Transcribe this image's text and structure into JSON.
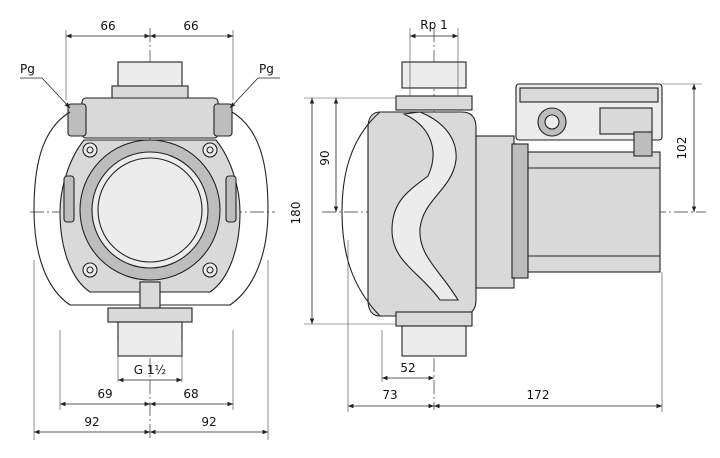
{
  "front_view": {
    "top_left_width": "66",
    "top_right_width": "66",
    "left_connector_label": "Pg",
    "right_connector_label": "Pg",
    "thread_label": "G 1½",
    "bottom_left_inner": "69",
    "bottom_right_inner": "68",
    "bottom_left_outer": "92",
    "bottom_right_outer": "92"
  },
  "side_view": {
    "pipe_thread_label": "Rp 1",
    "height_upper": "90",
    "height_total": "180",
    "height_box": "102",
    "flange_width": "52",
    "inlet_depth": "73",
    "motor_length": "172"
  }
}
